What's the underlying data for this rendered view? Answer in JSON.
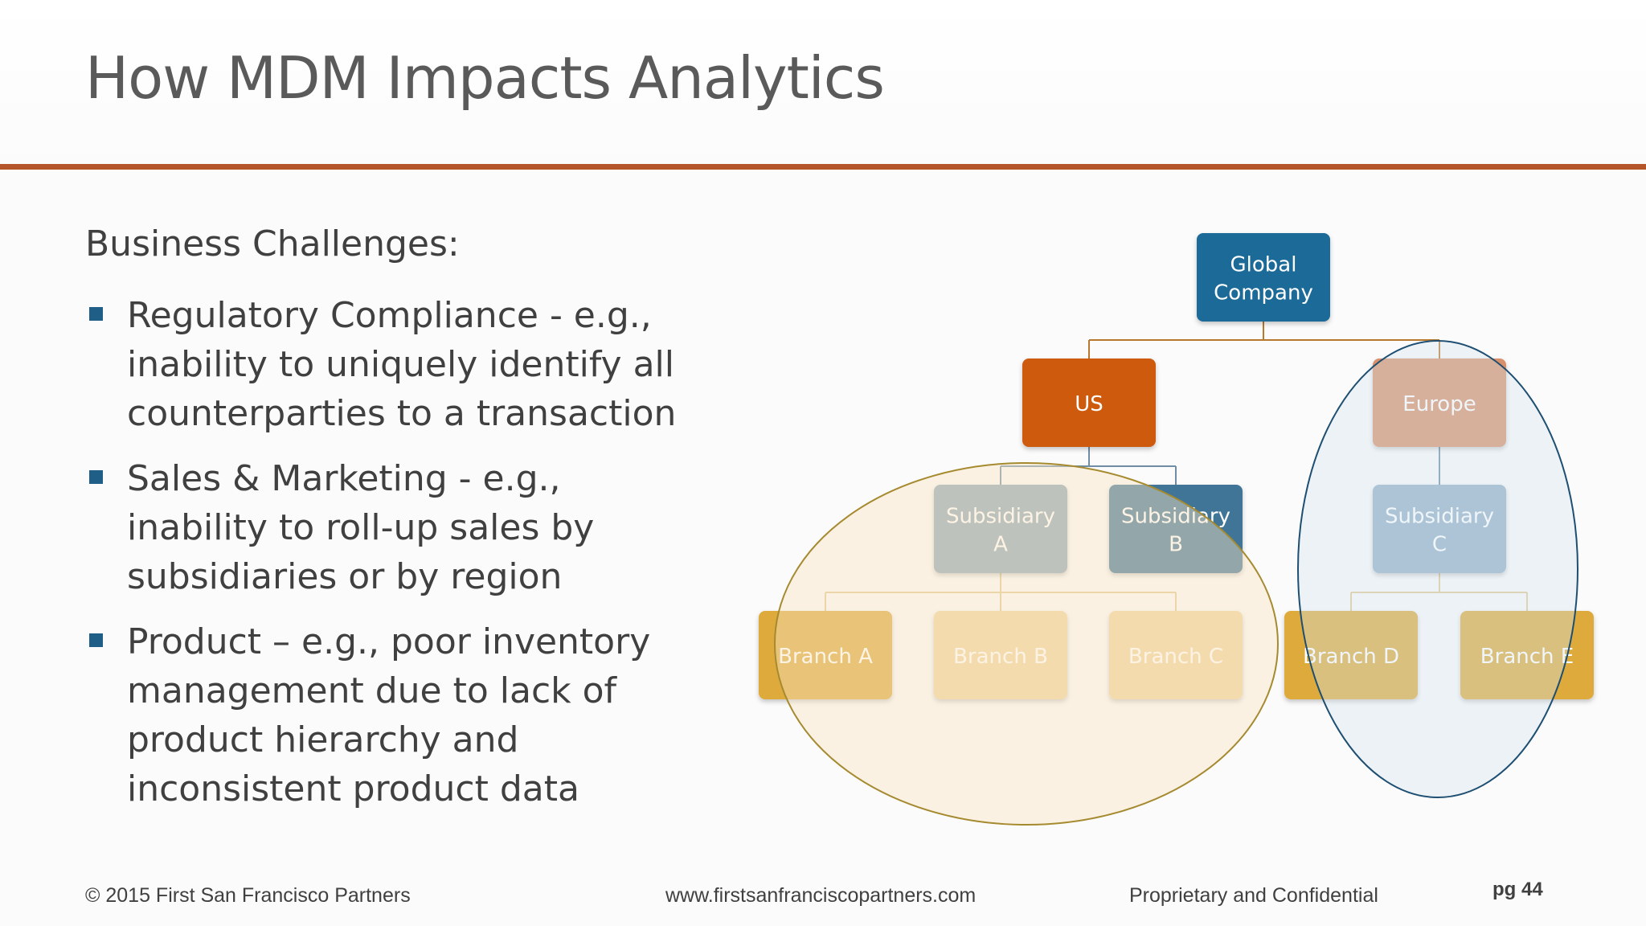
{
  "slide": {
    "title": "How MDM Impacts Analytics",
    "section_heading": "Business Challenges:",
    "bullets": [
      "Regulatory Compliance - e.g., inability to uniquely identify all counterparties to a transaction",
      "Sales & Marketing - e.g., inability to roll-up sales by subsidiaries or by region",
      "Product – e.g., poor inventory management due to lack of product hierarchy and inconsistent product data"
    ]
  },
  "org_chart": {
    "root": {
      "lines": [
        "Global",
        "Company"
      ]
    },
    "regions": [
      {
        "lines": [
          "US"
        ]
      },
      {
        "lines": [
          "Europe"
        ]
      }
    ],
    "subsidiaries": [
      {
        "lines": [
          "Subsidiary",
          "A"
        ]
      },
      {
        "lines": [
          "Subsidiary",
          "B"
        ]
      },
      {
        "lines": [
          "Subsidiary",
          "C"
        ]
      }
    ],
    "branches": [
      {
        "lines": [
          "Branch A"
        ]
      },
      {
        "lines": [
          "Branch B"
        ]
      },
      {
        "lines": [
          "Branch C"
        ]
      },
      {
        "lines": [
          "Branch D"
        ]
      },
      {
        "lines": [
          "Branch E"
        ]
      }
    ],
    "colors": {
      "root": "#1c6a97",
      "region_us": "#cd5a10",
      "region_europe": "#d9906a",
      "subsidiary": "#8fa7b6",
      "subsidiary_b": "#3f7597",
      "subsidiary_c": "#93b0c6",
      "branch": "#f0d49d",
      "branch_gold": "#ddaa3a",
      "connector_orange": "#b8782d",
      "connector_blue": "#6f8ea6",
      "connector_tan": "#e2c893",
      "us_ellipse": "#a68a30",
      "europe_ellipse": "#1e4f72"
    }
  },
  "footer": {
    "copyright": "© 2015 First San Francisco Partners",
    "website": "www.firstsanfranciscopartners.com",
    "confidentiality": "Proprietary and Confidential",
    "page": "pg 44"
  }
}
